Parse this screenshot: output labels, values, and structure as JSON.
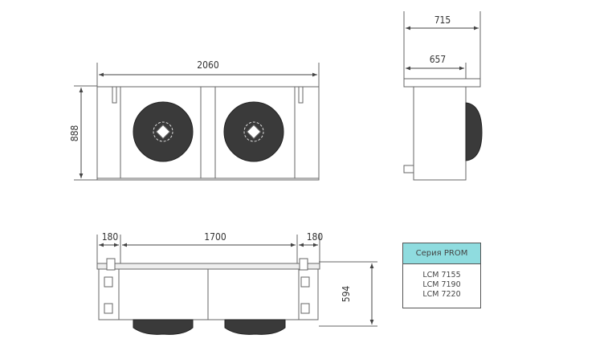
{
  "dimensions": {
    "front_width": "2060",
    "front_height": "888",
    "side_width_outer": "715",
    "side_width_body": "657",
    "bottom_end_left": "180",
    "bottom_center": "1700",
    "bottom_end_right": "180",
    "bottom_depth": "594"
  },
  "series_table": {
    "title": "Серия PROM",
    "models": [
      "LCM 7155",
      "LCM 7190",
      "LCM 7220"
    ]
  },
  "colors": {
    "header": "#8fdcdf",
    "line": "#555555",
    "fan": "#3a3a3a"
  }
}
